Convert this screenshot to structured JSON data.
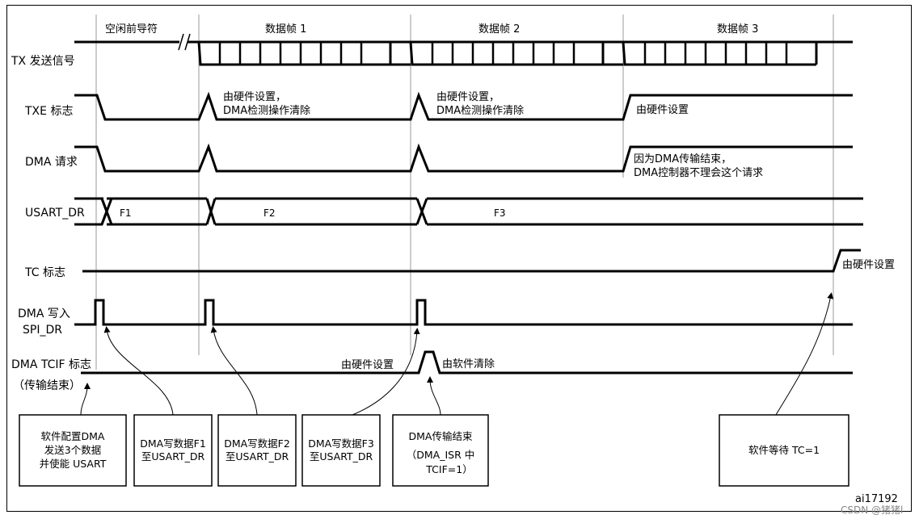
{
  "signals": {
    "tx": "TX 发送信号",
    "txe": "TXE 标志",
    "dma_req": "DMA 请求",
    "usart_dr": "USART_DR",
    "tc": "TC 标志",
    "dma_write_1": "DMA 写入",
    "dma_write_2": "SPI_DR",
    "tcif_1": "DMA TCIF 标志",
    "tcif_2": "（传输结束）"
  },
  "headers": {
    "idle": "空闲前导符",
    "frame1": "数据帧 1",
    "frame2": "数据帧 2",
    "frame3": "数据帧 3"
  },
  "frames": {
    "f1": "F1",
    "f2": "F2",
    "f3": "F3"
  },
  "annotations": {
    "txe1_a": "由硬件设置，",
    "txe1_b": "DMA检测操作清除",
    "txe2_a": "由硬件设置，",
    "txe2_b": "DMA检测操作清除",
    "txe3": "由硬件设置",
    "dma_end_a": "因为DMA传输结束，",
    "dma_end_b": "DMA控制器不理会这个请求",
    "tc_set": "由硬件设置",
    "tcif_set": "由硬件设置",
    "tcif_clear": "由软件清除"
  },
  "boxes": {
    "b1": [
      "软件配置DMA",
      "发送3个数据",
      "并使能 USART"
    ],
    "b2": [
      "DMA写数据F1",
      "至USART_DR"
    ],
    "b3": [
      "DMA写数据F2",
      "至USART_DR"
    ],
    "b4": [
      "DMA写数据F3",
      "至USART_DR"
    ],
    "b5": [
      "DMA传输结束",
      "（DMA_ISR 中",
      "TCIF=1）"
    ],
    "b6": [
      "软件等待 TC=1"
    ]
  },
  "footer": {
    "id": "ai17192",
    "watermark": "CSDN @猪猪l"
  }
}
